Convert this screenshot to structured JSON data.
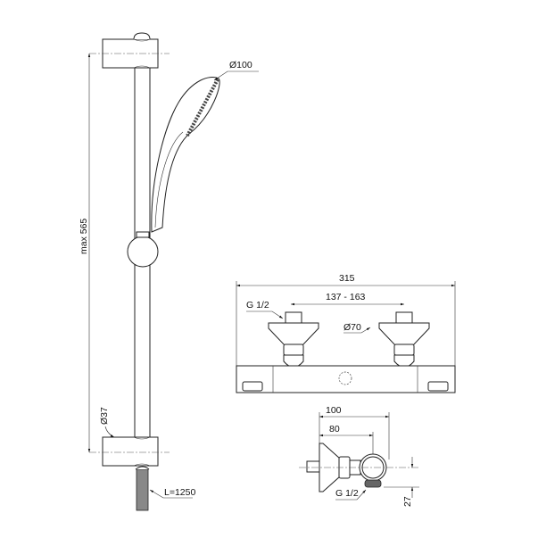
{
  "rail": {
    "height_label": "max 565",
    "diameter_label": "Ø37",
    "hose_label": "L=1250",
    "handshower_label": "Ø100"
  },
  "mixer_front": {
    "width_label": "315",
    "centers_label": "137 - 163",
    "thread_label": "G 1/2",
    "flange_label": "Ø70"
  },
  "mixer_side": {
    "depth_label": "100",
    "depth_inner_label": "80",
    "thread_label": "G 1/2",
    "offset_label": "27"
  }
}
